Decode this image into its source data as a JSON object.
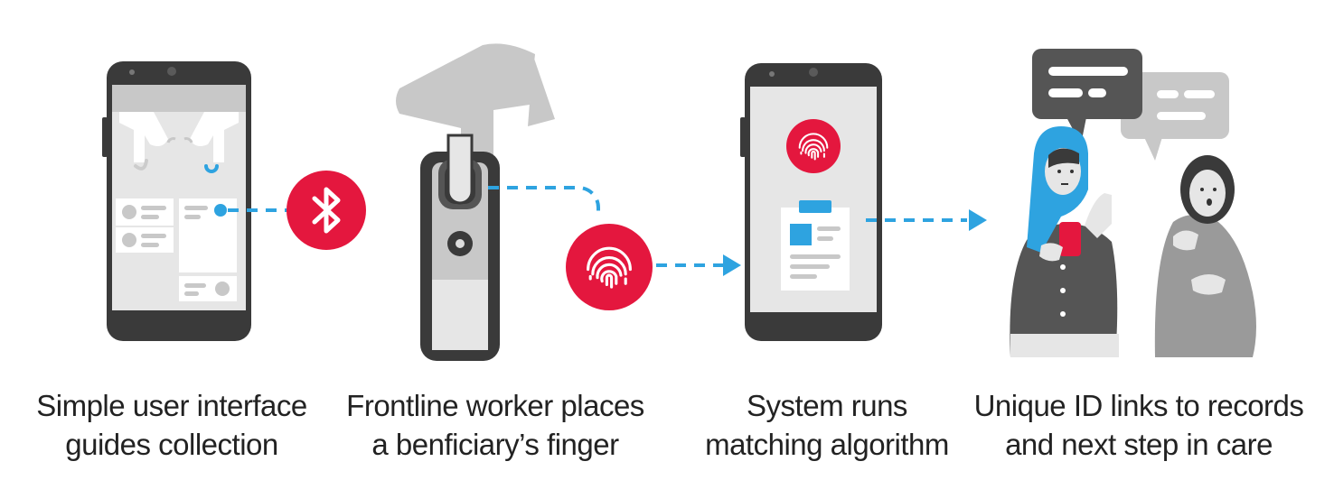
{
  "colors": {
    "accent_red": "#e4173e",
    "accent_blue": "#2ea3e0",
    "device_dark": "#3a3a3a",
    "screen_gray": "#e6e6e6",
    "figure_gray": "#9a9a9a"
  },
  "steps": [
    {
      "icon": "smartphone-ui-icon",
      "caption_line1": "Simple user interface",
      "caption_line2": "guides collection"
    },
    {
      "icon": "fingerprint-scanner-icon",
      "caption_line1": "Frontline worker places",
      "caption_line2": "a benficiary’s finger"
    },
    {
      "icon": "smartphone-matching-icon",
      "caption_line1": "System runs",
      "caption_line2": "matching algorithm"
    },
    {
      "icon": "people-conversation-icon",
      "caption_line1": "Unique ID links to records",
      "caption_line2": "and next step in care"
    }
  ],
  "connectors": [
    {
      "from": "step-1",
      "to": "step-2",
      "badge_icon": "bluetooth-icon"
    },
    {
      "from": "step-2",
      "to": "step-3",
      "badge_icon": "fingerprint-icon"
    },
    {
      "from": "step-3",
      "to": "step-4",
      "badge_icon": "arrow-right-icon"
    }
  ]
}
